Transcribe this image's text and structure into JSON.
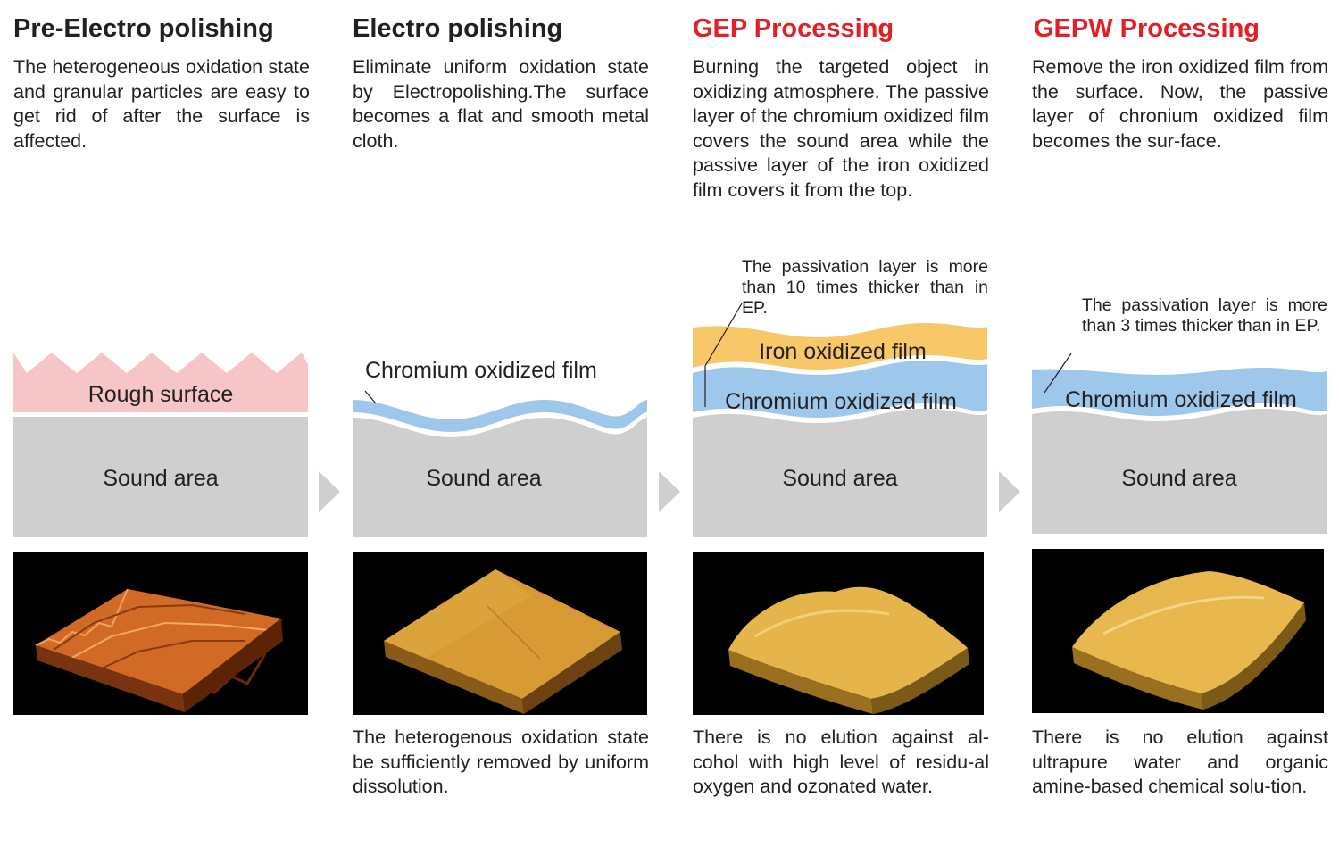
{
  "columns": [
    {
      "title": "Pre-Electro polishing",
      "title_color": "#231f20",
      "description": "The heterogeneous oxidation state and granular particles are easy to get rid of after the surface is affected.",
      "layer_label": "Rough surface",
      "sound_label": "Sound area",
      "bottom_text": ""
    },
    {
      "title": "Electro polishing",
      "title_color": "#231f20",
      "description": "Eliminate uniform oxidation state by Electropolishing.The surface  becomes a flat and smooth metal cloth.",
      "layer_label": "Chromium oxidized film",
      "sound_label": "Sound area",
      "bottom_text": "The heterogenous oxidation state be sufficiently removed by uniform dissolution."
    },
    {
      "title": "GEP Processing",
      "title_color": "#e21f26",
      "description": "Burning the targeted object in oxidizing atmosphere. The passive layer of the chromium oxidized film covers the sound area while the passive layer of the iron oxidized film covers it from the top.",
      "note": "The passivation layer is more than 10 times thicker than in EP.",
      "iron_label": "Iron oxidized film",
      "layer_label": "Chromium oxidized film",
      "sound_label": "Sound area",
      "bottom_text": "There is no elution against al-cohol with high level of residu-al oxygen and ozonated water."
    },
    {
      "title": "GEPW Processing",
      "title_color": "#e21f26",
      "description": "Remove the iron oxidized film from the surface. Now, the passive layer of chronium oxidized film becomes the sur-face.",
      "note": "The passivation layer is more than 3 times thicker than in EP.",
      "layer_label": "Chromium oxidized film",
      "sound_label": "Sound area",
      "bottom_text": "There is no elution against ultrapure water and organic amine-based chemical solu-tion."
    }
  ],
  "colors": {
    "rough": "#f6c5c8",
    "sound": "#cfcfcf",
    "chromium": "#9ec7ec",
    "iron": "#f8c768",
    "arrow": "#cfcfcf",
    "afm_background": "#000000",
    "afm_rough": "#d06a25",
    "afm_ep": "#d89a35",
    "afm_gep": "#e5b54c",
    "afm_gepw": "#e8b84e"
  },
  "icons": [
    "chevron-right-arrow-icon"
  ]
}
